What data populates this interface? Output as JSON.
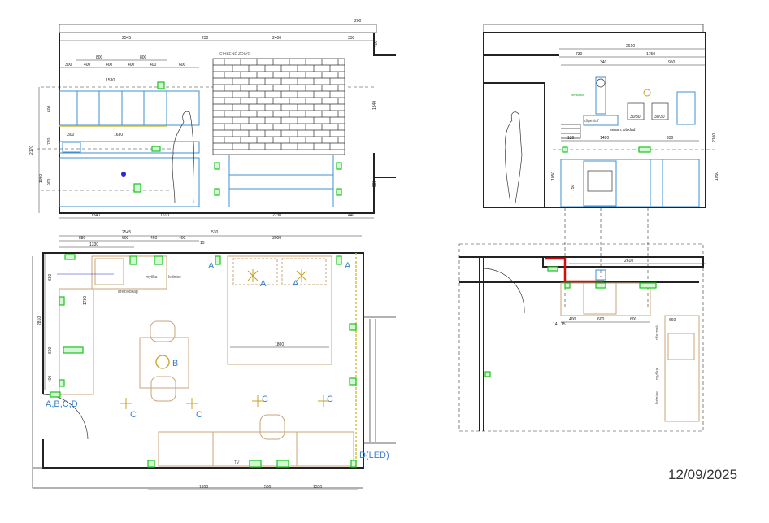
{
  "elevation_left": {
    "wall_label": "CIHLENÉ ZDIVO",
    "dims_top": [
      "2545",
      "230",
      "2400",
      "330",
      "200"
    ],
    "dims_upper": [
      "800",
      "800",
      "300",
      "400",
      "400",
      "400",
      "400",
      "600",
      "1530"
    ],
    "dims_mid": [
      "300",
      "1630"
    ],
    "dims_bottom": [
      "1340",
      "1510",
      "2230",
      "440"
    ],
    "dims_side": [
      "2170",
      "1050",
      "900",
      "600",
      "720",
      "400",
      "1840",
      "930"
    ]
  },
  "plan_left": {
    "dims_top": [
      "2545",
      "530",
      "3000",
      "880",
      "600",
      "460",
      "400",
      "1330",
      "15"
    ],
    "dims_side": [
      "2810",
      "680",
      "1780",
      "600",
      "400"
    ],
    "dims_bottom": [
      "1950",
      "500",
      "1330"
    ],
    "bed_width": "1800",
    "labels": {
      "sink": "dřez/odkap",
      "dishwasher": "myčka",
      "fridge": "lednice",
      "tv": "TV"
    },
    "light_letters": {
      "a": "A",
      "b": "B",
      "c": "C",
      "abcd": "A,B,C,D",
      "d": "D(LED)"
    }
  },
  "elevation_right": {
    "dims_top": [
      "2610",
      "730",
      "1750",
      "340",
      "950"
    ],
    "dims_mid": [
      "120",
      "1480",
      "930"
    ],
    "dims_side": [
      "2100",
      "1050",
      "750"
    ],
    "tiles": [
      "30/30",
      "30/30"
    ],
    "labels": {
      "hood": "digestoř",
      "tiling": "keram. obklad",
      "fan": "ventilátor"
    }
  },
  "plan_right": {
    "dims_top": "2610",
    "dims_bottom": [
      "400",
      "600",
      "600",
      "14",
      "15"
    ],
    "sink_dim": "660",
    "labels": {
      "sink": "dřezová",
      "dishwasher": "myčka",
      "fridge": "lednice"
    }
  },
  "date": "12/09/2025",
  "colors": {
    "walls": "#222222",
    "furniture": "#3f8fd0",
    "sockets": "#19c419",
    "lights": "#c9a67a",
    "gas_pipe": "#d01010"
  }
}
